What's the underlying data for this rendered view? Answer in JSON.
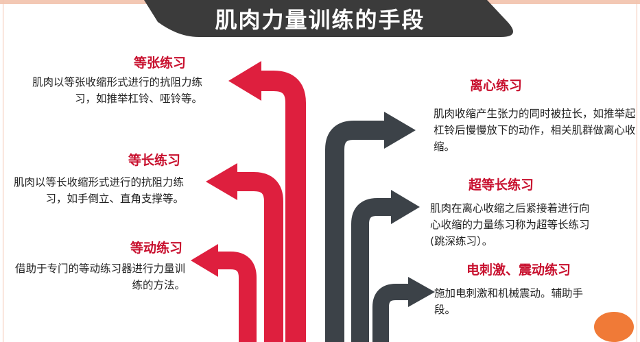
{
  "title": "肌肉力量训练的手段",
  "colors": {
    "red": "#de1f3e",
    "dark": "#3c4248",
    "heading": "#c8102e",
    "accent": "#f07a37"
  },
  "left_items": [
    {
      "heading": "等张练习",
      "description": "肌肉以等张收缩形式进行的抗阻力练习，如推举杠铃、哑铃等。"
    },
    {
      "heading": "等长练习",
      "description": "肌肉以等长收缩形式进行的抗阻力练习，如手倒立、直角支撑等。"
    },
    {
      "heading": "等动练习",
      "description": "借助于专门的等动练习器进行力量训练的方法。"
    }
  ],
  "right_items": [
    {
      "heading": "离心练习",
      "description": "肌肉收缩产生张力的同时被拉长，如推举起杠铃后慢慢放下的动作，相关肌群做离心收缩。"
    },
    {
      "heading": "超等长练习",
      "description": "肌肉在离心收缩之后紧接着进行向心收缩的力量练习称为超等长练习(跳深练习）。"
    },
    {
      "heading": "电刺激、震动练习",
      "description": "施加电刺激和机械震动。辅助手段。"
    }
  ]
}
